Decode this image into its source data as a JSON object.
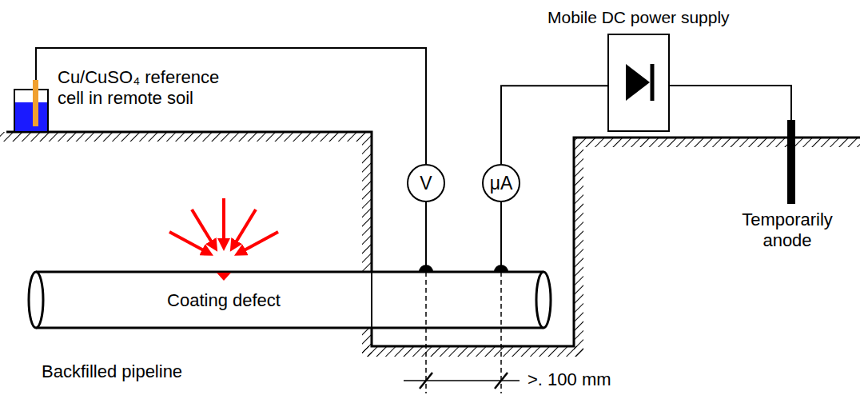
{
  "diagram": {
    "nodes": [
      {
        "text": [
          "Mobile DC power supply"
        ]
      },
      {
        "text": [
          "V"
        ]
      },
      {
        "text": [
          "μA"
        ]
      }
    ],
    "edges": [
      {
        "from": 2,
        "to": 0,
        "arrow": "none"
      }
    ],
    "labels": [
      "Cu/CuSO₄ reference cell in remote soil",
      "Coating defect",
      "Backfilled pipeline",
      "Temporarily anode",
      ">. 100 mm"
    ]
  }
}
